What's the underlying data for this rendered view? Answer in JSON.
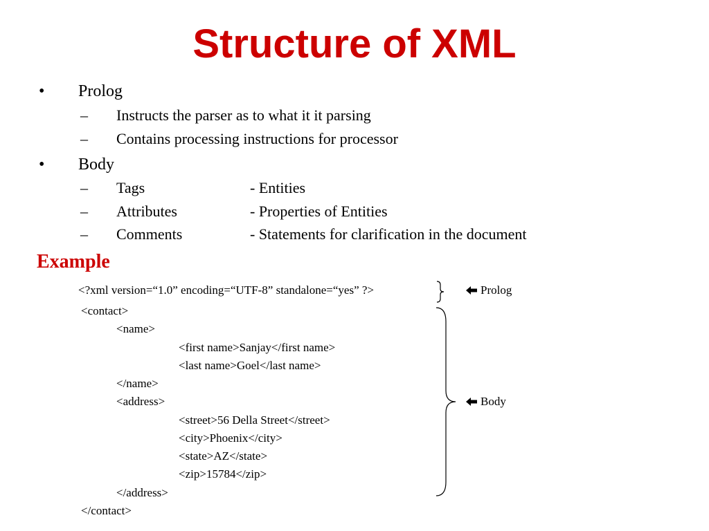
{
  "slide": {
    "title": "Structure of XML",
    "bullet_symbol": "•",
    "dash_symbol": "–",
    "sections": [
      {
        "label": "Prolog",
        "items": [
          {
            "text": "Instructs the parser as to what it it parsing"
          },
          {
            "text": "Contains processing instructions for processor"
          }
        ]
      },
      {
        "label": "Body",
        "items": [
          {
            "term": "Tags",
            "desc": "- Entities"
          },
          {
            "term": "Attributes",
            "desc": "- Properties of Entities"
          },
          {
            "term": "Comments",
            "desc": "- Statements for clarification in the document"
          }
        ]
      }
    ],
    "example": {
      "heading": "Example",
      "prolog_line": "<?xml version=“1.0” encoding=“UTF-8” standalone=“yes” ?>",
      "code_lines": [
        "<contact>",
        "<name>",
        "<first name>Sanjay</first name>",
        "<last name>Goel</last name>",
        "</name>",
        "<address>",
        "<street>56 Della Street</street>",
        "<city>Phoenix</city>",
        "<state>AZ</state>",
        "<zip>15784</zip>",
        "</address>",
        "</contact>"
      ],
      "prolog_note": "Prolog",
      "body_note": "Body",
      "arrow_icon": "left-arrow-icon"
    }
  }
}
